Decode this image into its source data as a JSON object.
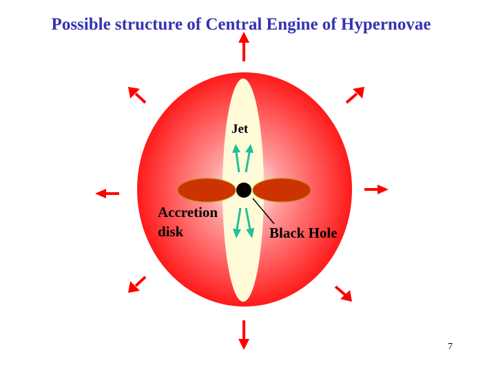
{
  "title": "Possible structure of Central Engine of Hypernovae",
  "labels": {
    "jet": "Jet",
    "accretion_disk_line1": "Accretion",
    "accretion_disk_line2": "disk",
    "black_hole": "Black Hole"
  },
  "page_number": "7",
  "colors": {
    "title": "#3333b3",
    "explosion": "#ff1a1a",
    "explosion_center": "#ffffff",
    "jet_channel": "#fffbd8",
    "accretion_disk": "#cc3300",
    "jet_arrows": "#1fbf99",
    "explosion_arrows": "#ff0000",
    "black_hole": "#000000"
  },
  "icons": {
    "explosion_arrow": "arrow-icon",
    "jet_arrow": "arrow-icon"
  }
}
